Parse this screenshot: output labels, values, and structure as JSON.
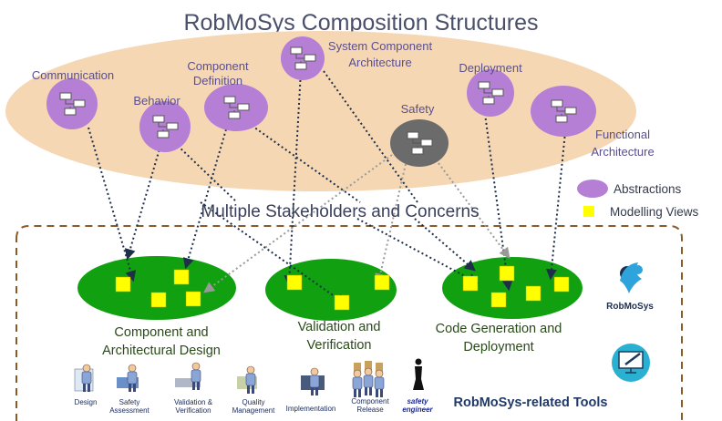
{
  "title": "RobMoSys Composition Structures",
  "abstractions": {
    "communication": "Communication",
    "behavior": "Behavior",
    "component_definition_1": "Component",
    "component_definition_2": "Definition",
    "system_component_1": "System Component",
    "system_component_2": "Architecture",
    "safety": "Safety",
    "deployment": "Deployment",
    "functional_1": "Functional",
    "functional_2": "Architecture"
  },
  "middle_label": "Multiple Stakeholders and Concerns",
  "legend": {
    "abstractions": "Abstractions",
    "modelling_views": "Modelling Views"
  },
  "groups": {
    "component_design_1": "Component and",
    "component_design_2": "Architectural Design",
    "validation_1": "Validation and",
    "validation_2": "Verification",
    "codegen_1": "Code Generation and",
    "codegen_2": "Deployment"
  },
  "roles": {
    "design": "Design",
    "safety_assessment_1": "Safety",
    "safety_assessment_2": "Assessment",
    "validation_1": "Validation &",
    "validation_2": "Verification",
    "quality_1": "Quality",
    "quality_2": "Management",
    "implementation": "Implementation",
    "component_release_1": "Component",
    "component_release_2": "Release",
    "safety_engineer_1": "safety",
    "safety_engineer_2": "engineer"
  },
  "logo_text": "RobMoSys",
  "tools_label": "RobMoSys-related Tools",
  "colors": {
    "outer_ellipse": "#f6d7b4",
    "abstraction": "#b57fd6",
    "safety": "#6b6b6b",
    "group": "#10a010",
    "view": "#ffff00",
    "dashed_box": "#8a5a2a",
    "title": "#4a4f6a"
  }
}
